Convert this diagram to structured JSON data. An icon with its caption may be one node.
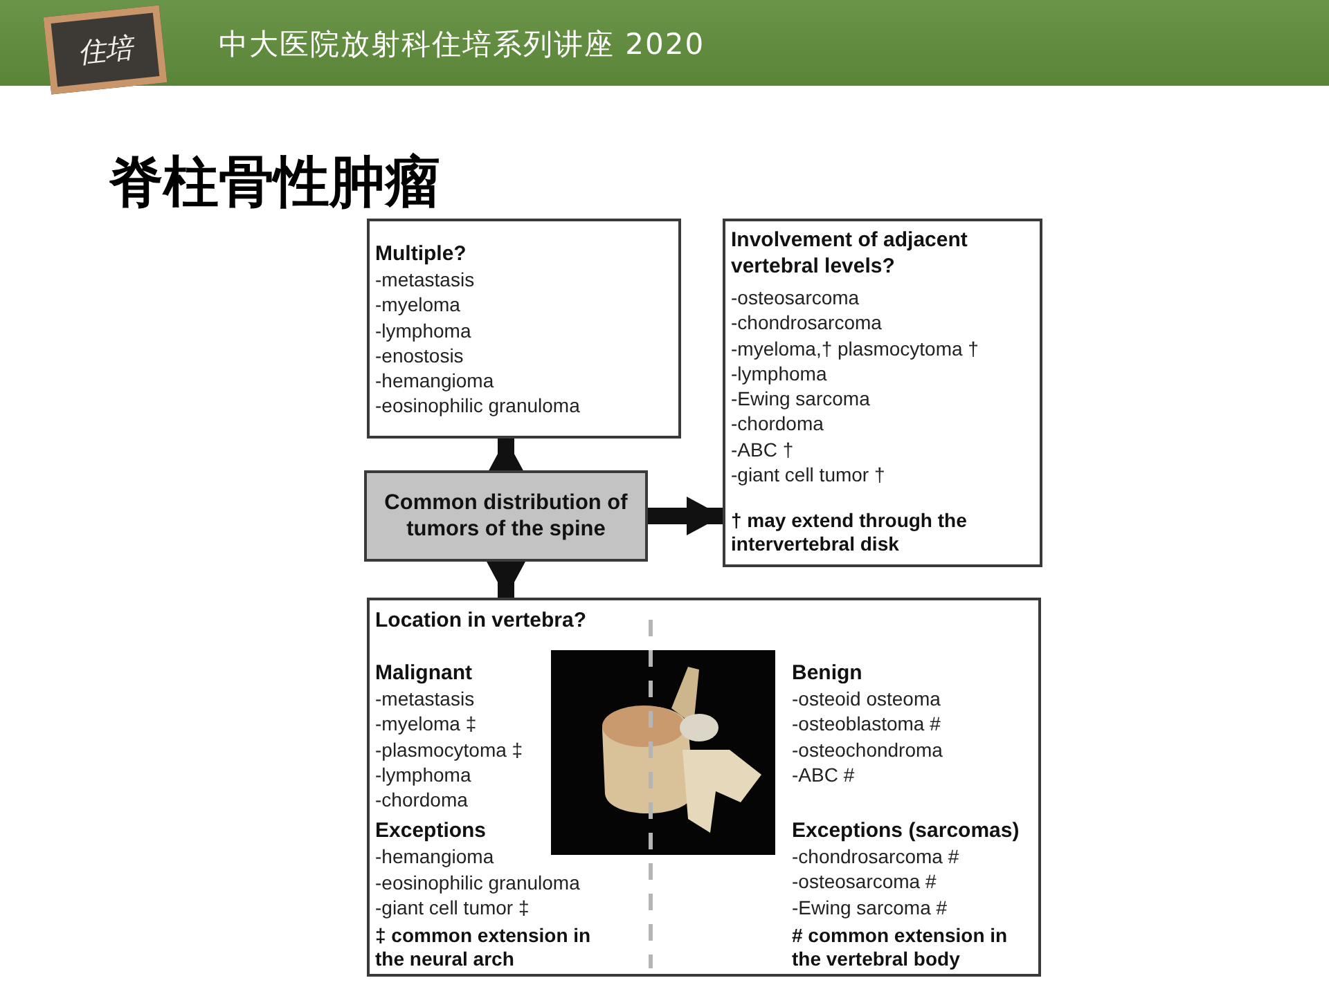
{
  "diagram": {
    "title": "脊柱骨性肿瘤",
    "nodes": [
      {
        "text": [
          "Common distribution of tumors of the spine"
        ]
      },
      {
        "text": [
          "Multiple?",
          "-metastasis",
          "-myeloma",
          "-lymphoma",
          "-enostosis",
          "-hemangioma",
          "-eosinophilic granuloma"
        ]
      },
      {
        "text": [
          "Involvement of adjacent vertebral levels?",
          "-osteosarcoma",
          "-chondrosarcoma",
          "-myeloma,† plasmocytoma †",
          "-lymphoma",
          "-Ewing sarcoma",
          "-chordoma",
          "-ABC †",
          "-giant cell tumor †",
          "† may extend through the intervertebral disk"
        ]
      },
      {
        "text": [
          "Location in vertebra?",
          "Malignant",
          "-metastasis",
          "-myeloma ‡",
          "-plasmocytoma ‡",
          "-lymphoma",
          "-chordoma",
          "Exceptions",
          "-hemangioma",
          "-eosinophilic granuloma",
          "-giant cell tumor ‡",
          "‡ common extension in the neural arch",
          "Benign",
          "-osteoid osteoma",
          "-osteoblastoma #",
          "-osteochondroma",
          "-ABC #",
          "Exceptions (sarcomas)",
          "-chondrosarcoma #",
          "-osteosarcoma #",
          "-Ewing sarcoma #",
          "# common extension in the vertebral body"
        ]
      }
    ],
    "edges": [
      {
        "from": 0,
        "to": 1,
        "arrow": "to"
      },
      {
        "from": 0,
        "to": 2,
        "arrow": "to"
      },
      {
        "from": 0,
        "to": 3,
        "arrow": "to"
      }
    ],
    "labels": [
      "中大医院放射科住培系列讲座 2020",
      "住培"
    ]
  }
}
